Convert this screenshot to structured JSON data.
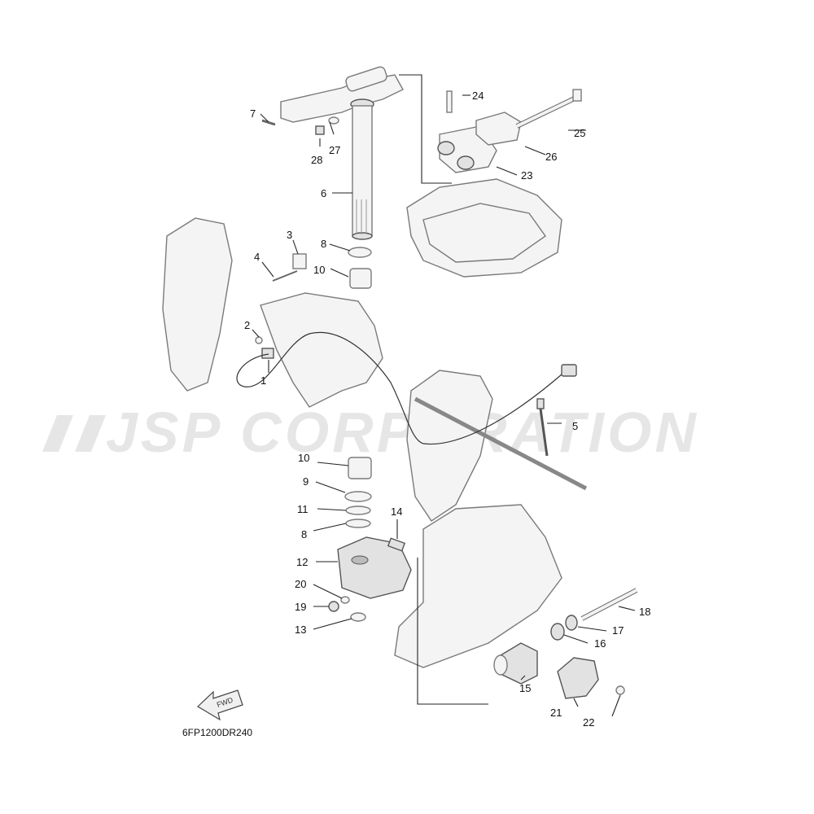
{
  "watermark": "JSP CORPORATION",
  "diagram_code": "6FP1200DR240",
  "fwd_label": "FWD",
  "callouts": {
    "c1": "1",
    "c2": "2",
    "c3": "3",
    "c4": "4",
    "c5": "5",
    "c6": "6",
    "c7": "7",
    "c8a": "8",
    "c8b": "8",
    "c9": "9",
    "c10a": "10",
    "c10b": "10",
    "c11": "11",
    "c12": "12",
    "c13": "13",
    "c14": "14",
    "c15": "15",
    "c16": "16",
    "c17": "17",
    "c18": "18",
    "c19": "19",
    "c20": "20",
    "c21": "21",
    "c22": "22",
    "c23": "23",
    "c24": "24",
    "c25": "25",
    "c26": "26",
    "c27": "27",
    "c28": "28"
  },
  "icons": {
    "fwd_arrow": "fwd-arrow-icon"
  }
}
